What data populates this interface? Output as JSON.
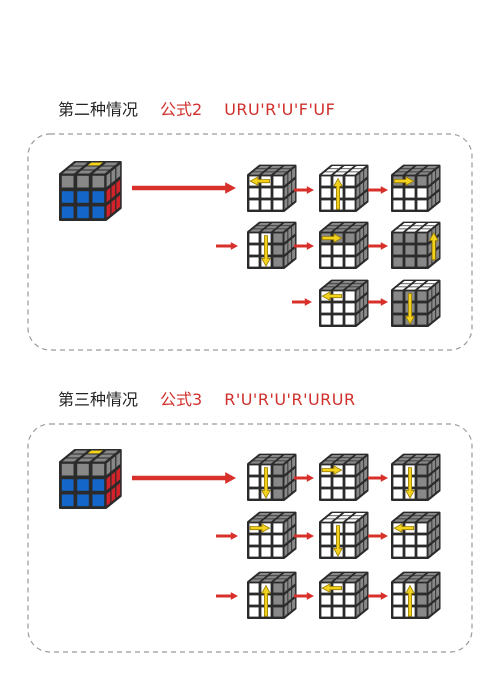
{
  "sections": [
    {
      "title": "第二种情况",
      "formula_name": "公式2",
      "moves": "URU'R'U'F'UF"
    },
    {
      "title": "第三种情况",
      "formula_name": "公式3",
      "moves": "R'U'R'U'R'URUR"
    }
  ],
  "colors": {
    "arrow_red": "#d8302a",
    "highlight_yellow": "#f2d21d",
    "cube_blue": "#1566c9",
    "cube_red": "#d3232a",
    "cube_gray": "#888888",
    "cube_dark": "#2b2b2b",
    "face_white": "#ffffff",
    "dashed_border": "#9a9a9a"
  },
  "icons": [
    "rubiks-cube-icon",
    "right-arrow-icon",
    "move-arrow-icon"
  ]
}
